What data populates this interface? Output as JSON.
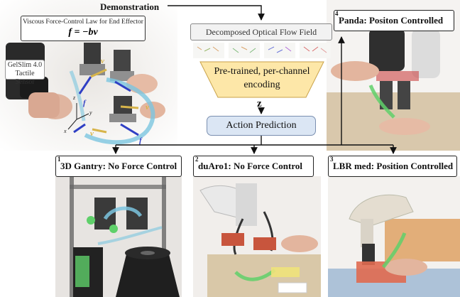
{
  "demonstration": "Demonstration",
  "viscous_law": {
    "title": "Viscous Force-Control Law for End Effector",
    "equation": "f = −bv"
  },
  "gelslim": [
    "GelSlim 4.0",
    "Tactile Sensor"
  ],
  "optical_flow": "Decomposed Optical Flow Field",
  "encoding": [
    "Pre-trained, per-channel",
    "encoding"
  ],
  "latent": "z",
  "action": "Action Prediction",
  "vectors": {
    "v": "v",
    "f": "f"
  },
  "axes": {
    "x": "x",
    "y": "y",
    "z": "z"
  },
  "robots": [
    {
      "num": "1",
      "label": "3D Gantry: No Force Control"
    },
    {
      "num": "2",
      "label": "duAro1: No Force Control"
    },
    {
      "num": "3",
      "label": "LBR med: Position Controlled"
    },
    {
      "num": "4",
      "label": "Panda: Positon Controlled"
    }
  ],
  "colors": {
    "encoder_fill": "#fde7a8",
    "encoder_border": "#c9a24a",
    "action_fill": "#dbe6f4",
    "arrow_green": "#5fd06a",
    "arrow_cyan": "#7cc6e0",
    "force_blue": "#2f3fc4",
    "velocity_yellow": "#d7b44a"
  }
}
